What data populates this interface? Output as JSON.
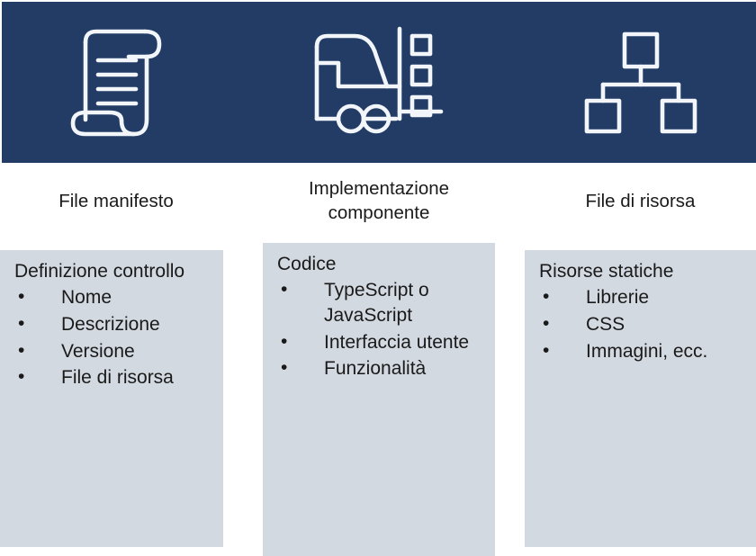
{
  "theme": {
    "header_band_color": "#223C66",
    "body_panel_color": "#D3D9E1",
    "head_panel_color": "#FFFFFF",
    "text_color": "#1A1A1A",
    "icon_stroke_color": "#F2F6FB"
  },
  "columns": [
    {
      "icon_name": "scroll-manifest-icon",
      "title": "File manifesto",
      "lead": "Definizione controllo",
      "bullets": [
        "Nome",
        "Descrizione",
        "Versione",
        "File di risorsa"
      ]
    },
    {
      "icon_name": "forklift-icon",
      "title": "Implementazione componente",
      "lead": "Codice",
      "bullets": [
        "TypeScript o JavaScript",
        "Interfaccia utente",
        "Funzionalità"
      ]
    },
    {
      "icon_name": "hierarchy-icon",
      "title": "File di risorsa",
      "lead": "Risorse statiche",
      "bullets": [
        "Librerie",
        "CSS",
        "Immagini, ecc."
      ]
    }
  ],
  "bullet_glyph": "•"
}
